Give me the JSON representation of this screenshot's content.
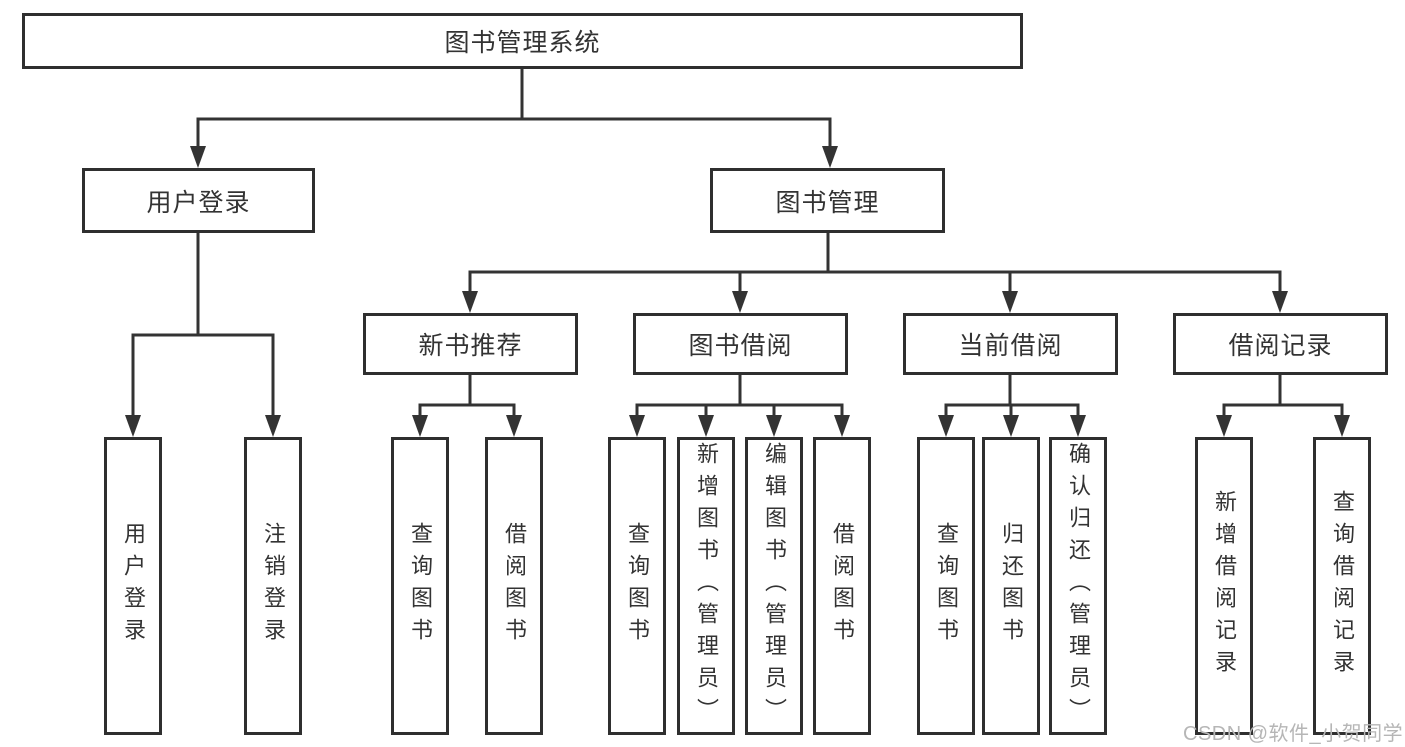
{
  "diagram": {
    "root": "图书管理系统",
    "level2": [
      "用户登录",
      "图书管理"
    ],
    "level3": [
      "新书推荐",
      "图书借阅",
      "当前借阅",
      "借阅记录"
    ],
    "leaves": {
      "user": [
        "用户登录",
        "注销登录"
      ],
      "newbooks": [
        "查询图书",
        "借阅图书"
      ],
      "borrow": [
        "查询图书",
        "新增图书（管理员）",
        "编辑图书（管理员）",
        "借阅图书"
      ],
      "current": [
        "查询图书",
        "归还图书",
        "确认归还（管理员）"
      ],
      "records": [
        "新增借阅记录",
        "查询借阅记录"
      ]
    }
  },
  "watermark": "CSDN @软件_小贺同学",
  "colors": {
    "line": "#333333",
    "box_border": "#2f2f2f",
    "text": "#333333",
    "watermark": "#b6b6b6",
    "background": "#ffffff"
  }
}
